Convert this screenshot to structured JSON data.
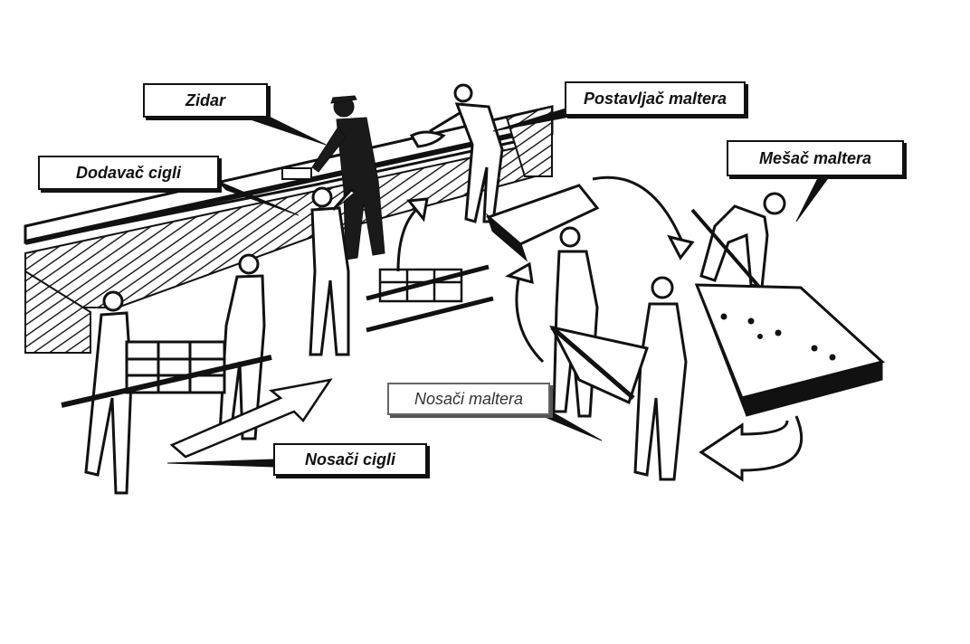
{
  "labels": {
    "zidar": "Zidar",
    "dodavac_cigli": "Dodavač cigli",
    "postavljac_maltera": "Postavljač maltera",
    "mesac_maltera": "Mešač maltera",
    "nosaci_maltera": "Nosači maltera",
    "nosaci_cigli": "Nosači cigli"
  },
  "colors": {
    "ink": "#111111",
    "paper": "#ffffff",
    "hatch": "#222222"
  }
}
